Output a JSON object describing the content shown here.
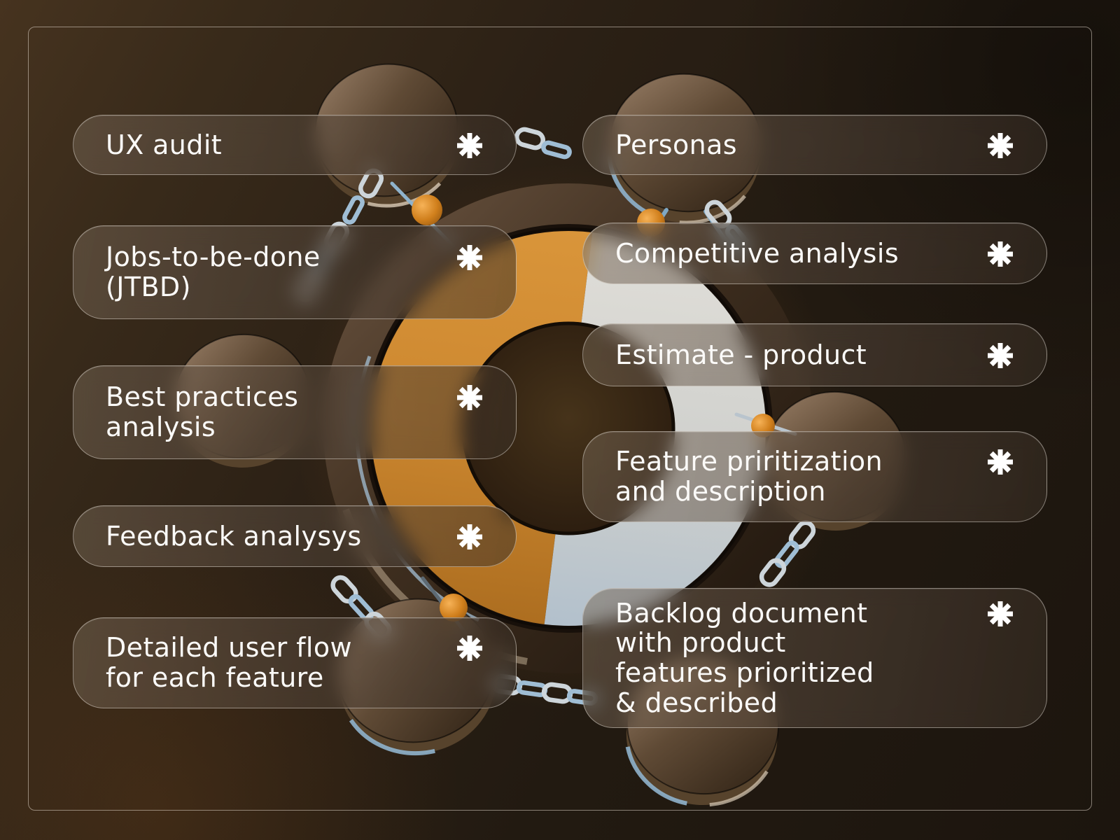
{
  "slide": {
    "cards_left": [
      {
        "label": "UX audit",
        "icon": "asterisk"
      },
      {
        "label": "Jobs-to-be-done\n(JTBD)",
        "icon": "asterisk"
      },
      {
        "label": "Best practices\nanalysis",
        "icon": "asterisk"
      },
      {
        "label": "Feedback analysys",
        "icon": "asterisk"
      },
      {
        "label": "Detailed user flow\nfor each feature",
        "icon": "asterisk"
      }
    ],
    "cards_right": [
      {
        "label": "Personas",
        "icon": "asterisk"
      },
      {
        "label": "Competitive analysis",
        "icon": "asterisk"
      },
      {
        "label": "Estimate - product",
        "icon": "asterisk"
      },
      {
        "label": "Feature priritization\nand description",
        "icon": "asterisk"
      },
      {
        "label": "Backlog document\nwith product\nfeatures prioritized\n& described",
        "icon": "asterisk"
      }
    ],
    "colors": {
      "accent_orange": "#cd8830",
      "suede_white": "#d5d4cf",
      "card_border": "rgba(255,250,242,0.42)",
      "text": "#fbfaf8",
      "background_brown": "#2b2015",
      "chain_silver": "#cdd5da"
    }
  }
}
